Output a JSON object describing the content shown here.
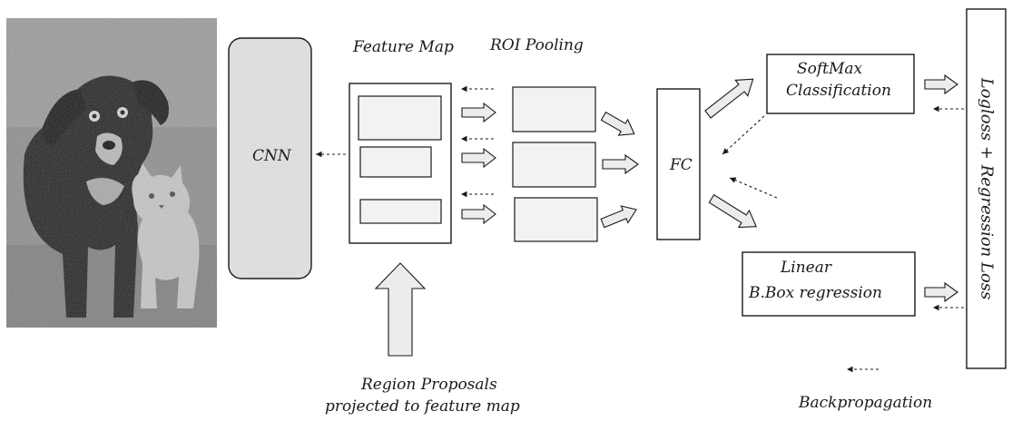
{
  "diagram": {
    "labels": {
      "cnn": "CNN",
      "feature_map": "Feature Map",
      "roi_pooling": "ROI Pooling",
      "fc": "FC",
      "softmax_line1": "SoftMax",
      "softmax_line2": "Classification",
      "linear_line1": "Linear",
      "linear_line2": "B.Box regression",
      "loss": "Logloss + Regression Loss",
      "region_line1": "Region Proposals",
      "region_line2": "projected to feature map",
      "backprop": "Backpropagation"
    },
    "photo": {
      "subject": "dog and kitten, grayscale photograph"
    },
    "colors": {
      "stroke": "#1a1a1a",
      "box_fill": "#f2f2f2",
      "cnn_fill": "#dedede",
      "arrow_fill": "#ececec"
    }
  }
}
